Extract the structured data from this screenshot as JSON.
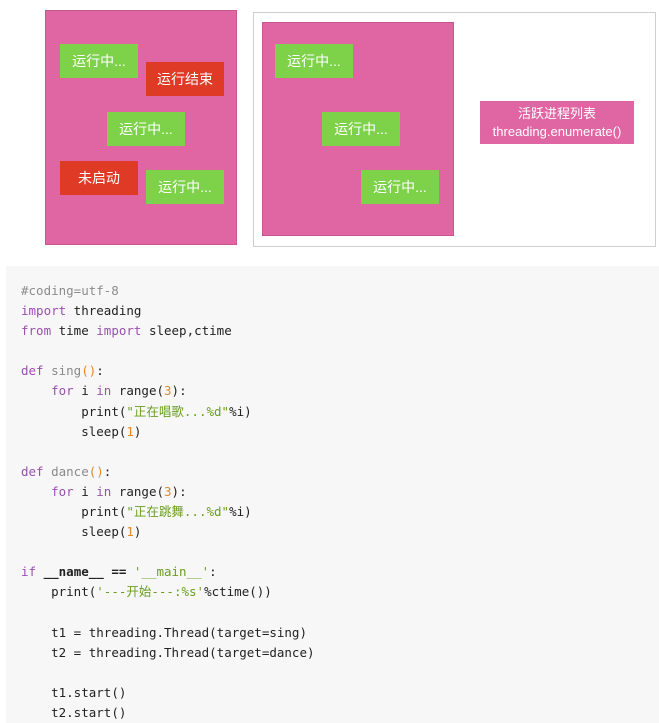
{
  "diagram": {
    "left_box": {
      "tags": [
        {
          "text": "运行中...",
          "color": "green"
        },
        {
          "text": "运行结束",
          "color": "red"
        },
        {
          "text": "运行中...",
          "color": "green"
        },
        {
          "text": "未启动",
          "color": "red"
        },
        {
          "text": "运行中...",
          "color": "green"
        }
      ]
    },
    "right_box": {
      "tags": [
        {
          "text": "运行中...",
          "color": "green"
        },
        {
          "text": "运行中...",
          "color": "green"
        },
        {
          "text": "运行中...",
          "color": "green"
        }
      ],
      "label_line1": "活跃进程列表",
      "label_line2": "threading.enumerate()"
    },
    "colors": {
      "pink": "#e066a3",
      "green": "#7ed24a",
      "red": "#de3a26"
    }
  },
  "code": {
    "line1": "#coding=utf-8",
    "line2_kw": "import",
    "line2_rest": " threading",
    "line3_kw1": "from",
    "line3_mid": " time ",
    "line3_kw2": "import",
    "line3_rest": " sleep,ctime",
    "def1_kw": "def",
    "def1_name": " sing",
    "def1_parens": "()",
    "def1_colon": ":",
    "for_kw": "for",
    "for_i": " i ",
    "in_kw": "in",
    "range_open": " range(",
    "range_num": "3",
    "range_close": "):",
    "print1_open": "print(",
    "print1_str": "\"正在唱歌...%d\"",
    "print1_close": "%i)",
    "sleep_open": "sleep(",
    "sleep_num": "1",
    "sleep_close": ")",
    "def2_kw": "def",
    "def2_name": " dance",
    "def2_parens": "()",
    "def2_colon": ":",
    "print2_open": "print(",
    "print2_str": "\"正在跳舞...%d\"",
    "print2_close": "%i)",
    "if_kw": "if",
    "if_rest": " __name__ == ",
    "if_str": "'__main__'",
    "if_colon": ":",
    "print3_open": "print(",
    "print3_str": "'---开始---:%s'",
    "print3_close": "%ctime())",
    "t1_line": "t1 = threading.Thread(target=sing)",
    "t2_line": "t2 = threading.Thread(target=dance)",
    "t1_start": "t1.start()",
    "t2_start": "t2.start()"
  }
}
